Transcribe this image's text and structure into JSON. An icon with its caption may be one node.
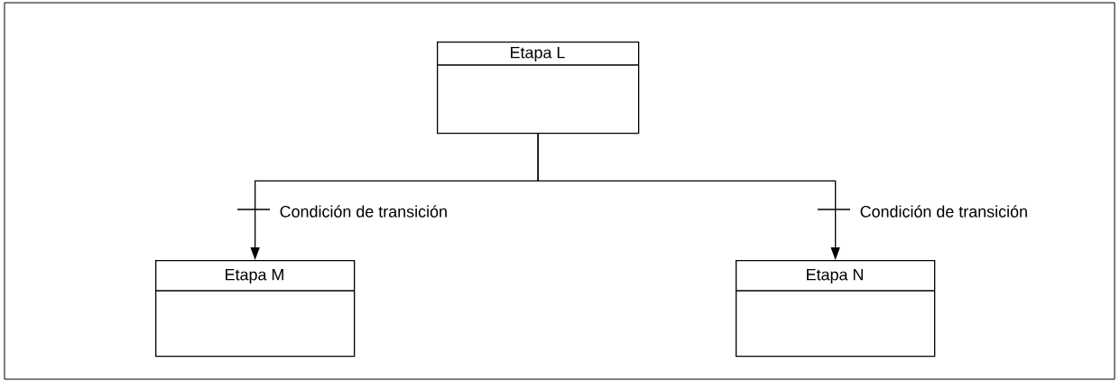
{
  "diagram": {
    "nodes": [
      {
        "text": [
          "Etapa L"
        ]
      },
      {
        "text": [
          "Etapa M"
        ]
      },
      {
        "text": [
          "Etapa N"
        ]
      }
    ],
    "edges": [
      {
        "from": 0,
        "to": 1,
        "arrow": "to",
        "label": "Condición de transición"
      },
      {
        "from": 0,
        "to": 2,
        "arrow": "to",
        "label": "Condición de transición"
      }
    ]
  }
}
